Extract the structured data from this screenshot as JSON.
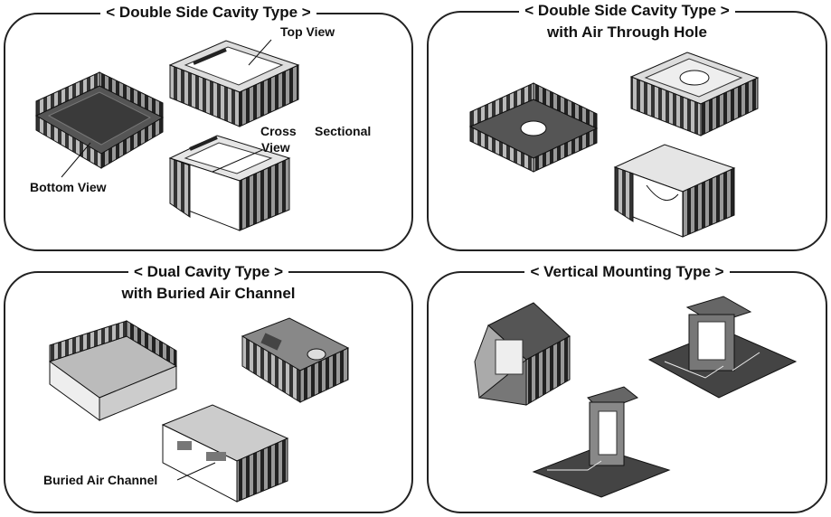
{
  "panels": [
    {
      "title": "< Double Side Cavity Type >",
      "subtitle": "",
      "labels": {
        "top_view": "Top   View",
        "cross": "Cross",
        "sectional": "Sectional",
        "view": "View",
        "bottom_view": "Bottom   View"
      }
    },
    {
      "title": "< Double Side Cavity Type >",
      "subtitle": "with Air Through Hole"
    },
    {
      "title": "< Dual Cavity Type >",
      "subtitle": "with Buried Air Channel",
      "labels": {
        "buried_air_channel": "Buried Air Channel"
      }
    },
    {
      "title": "< Vertical Mounting Type >",
      "subtitle": ""
    }
  ]
}
